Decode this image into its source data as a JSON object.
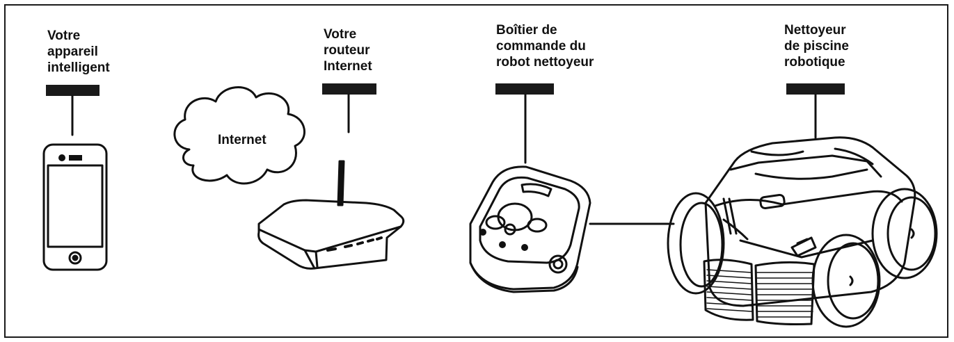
{
  "colors": {
    "ink": "#111111",
    "background": "#ffffff",
    "bar": "#1a1a1a"
  },
  "devices": [
    {
      "id": "smart-device",
      "icon": "smartphone-icon",
      "lines": [
        "Votre",
        "appareil",
        "intelligent"
      ]
    },
    {
      "id": "router",
      "icon": "router-icon",
      "lines": [
        "Votre",
        "routeur",
        "Internet"
      ]
    },
    {
      "id": "control-box",
      "icon": "control-box-icon",
      "lines": [
        "Boîtier de",
        "commande du",
        "robot nettoyeur"
      ]
    },
    {
      "id": "pool-robot",
      "icon": "pool-robot-icon",
      "lines": [
        "Nettoyeur",
        "de piscine",
        "robotique"
      ]
    }
  ],
  "cloud": {
    "icon": "cloud-icon",
    "label": "Internet"
  }
}
